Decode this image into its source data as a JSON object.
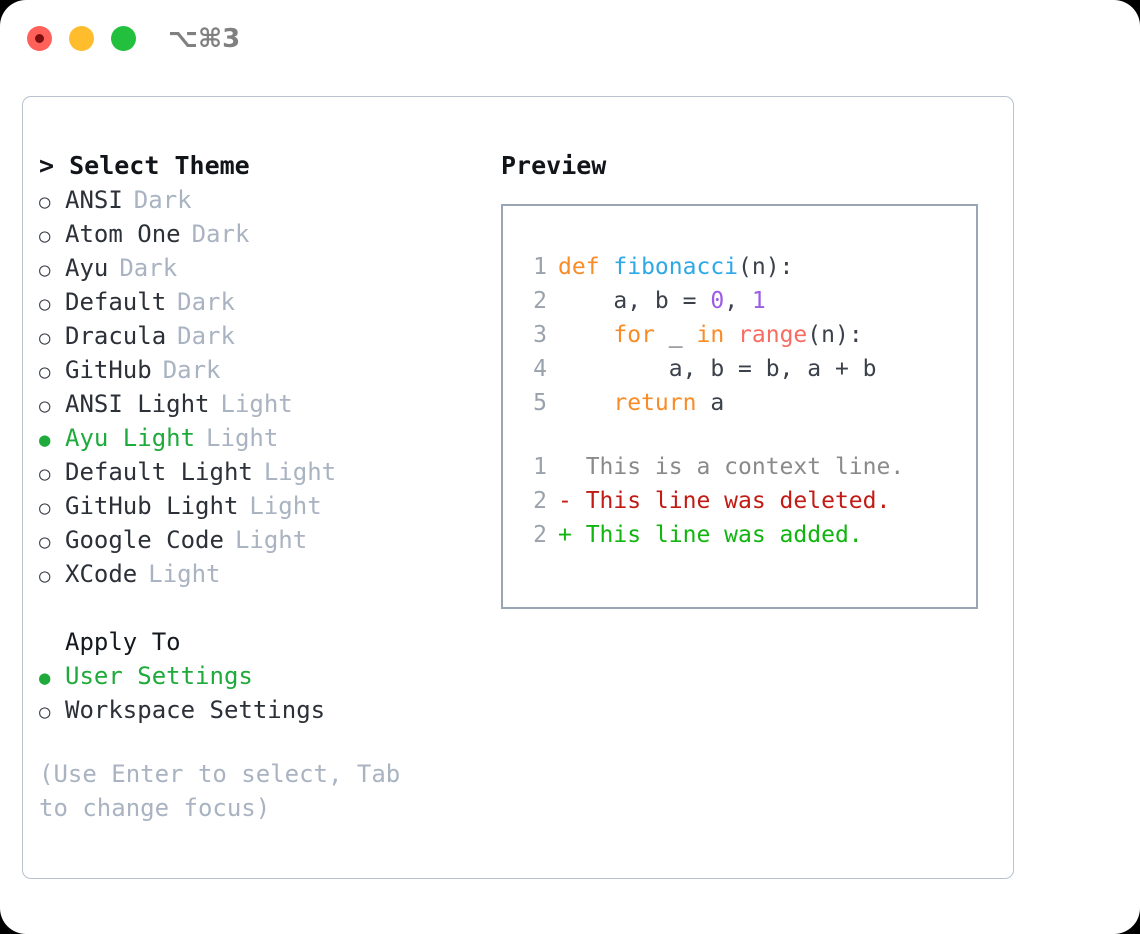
{
  "window": {
    "shortcut": "⌥⌘3",
    "traffic_lights": [
      {
        "name": "close",
        "color": "#ff6059"
      },
      {
        "name": "minimize",
        "color": "#ffbd2e"
      },
      {
        "name": "zoom",
        "color": "#22c03c"
      }
    ]
  },
  "theme_list": {
    "heading": "> Select Theme",
    "selected_marker": "●",
    "unselected_marker": "○",
    "accent_color": "#1faa3c",
    "items": [
      {
        "marker": "○",
        "name": "ANSI",
        "tag": "Dark",
        "selected": false
      },
      {
        "marker": "○",
        "name": "Atom One",
        "tag": "Dark",
        "selected": false
      },
      {
        "marker": "○",
        "name": "Ayu",
        "tag": "Dark",
        "selected": false
      },
      {
        "marker": "○",
        "name": "Default",
        "tag": "Dark",
        "selected": false
      },
      {
        "marker": "○",
        "name": "Dracula",
        "tag": "Dark",
        "selected": false
      },
      {
        "marker": "○",
        "name": "GitHub",
        "tag": "Dark",
        "selected": false
      },
      {
        "marker": "○",
        "name": "ANSI Light",
        "tag": "Light",
        "selected": false
      },
      {
        "marker": "●",
        "name": "Ayu Light",
        "tag": "Light",
        "selected": true
      },
      {
        "marker": "○",
        "name": "Default Light",
        "tag": "Light",
        "selected": false
      },
      {
        "marker": "○",
        "name": "GitHub Light",
        "tag": "Light",
        "selected": false
      },
      {
        "marker": "○",
        "name": "Google Code",
        "tag": "Light",
        "selected": false
      },
      {
        "marker": "○",
        "name": "XCode",
        "tag": "Light",
        "selected": false
      }
    ]
  },
  "apply_to": {
    "heading": "Apply To",
    "items": [
      {
        "marker": "●",
        "label": "User Settings",
        "selected": true
      },
      {
        "marker": "○",
        "label": "Workspace Settings",
        "selected": false
      }
    ]
  },
  "hint": "(Use Enter to select, Tab to change focus)",
  "preview": {
    "heading": "Preview",
    "code_lines": [
      {
        "number": "1",
        "tokens": [
          {
            "text": "def ",
            "cls": "t-kw"
          },
          {
            "text": "fibonacci",
            "cls": "t-fn"
          },
          {
            "text": "(n):",
            "cls": "t-pl"
          }
        ]
      },
      {
        "number": "2",
        "tokens": [
          {
            "text": "    a, b = ",
            "cls": "t-pl"
          },
          {
            "text": "0",
            "cls": "t-num"
          },
          {
            "text": ", ",
            "cls": "t-pl"
          },
          {
            "text": "1",
            "cls": "t-num"
          }
        ]
      },
      {
        "number": "3",
        "tokens": [
          {
            "text": "    ",
            "cls": "t-pl"
          },
          {
            "text": "for",
            "cls": "t-kw"
          },
          {
            "text": " _ ",
            "cls": "t-pl"
          },
          {
            "text": "in",
            "cls": "t-kw"
          },
          {
            "text": " ",
            "cls": "t-pl"
          },
          {
            "text": "range",
            "cls": "t-call"
          },
          {
            "text": "(n):",
            "cls": "t-pl"
          }
        ]
      },
      {
        "number": "4",
        "tokens": [
          {
            "text": "        a, b = b, a + b",
            "cls": "t-pl"
          }
        ]
      },
      {
        "number": "5",
        "tokens": [
          {
            "text": "    ",
            "cls": "t-pl"
          },
          {
            "text": "return",
            "cls": "t-kw"
          },
          {
            "text": " a",
            "cls": "t-pl"
          }
        ]
      }
    ],
    "diff_lines": [
      {
        "number": "1",
        "text": "  This is a context line.",
        "cls": "d-ctx"
      },
      {
        "number": "2",
        "text": "- This line was deleted.",
        "cls": "d-del"
      },
      {
        "number": "2",
        "text": "+ This line was added.",
        "cls": "d-add"
      }
    ]
  }
}
